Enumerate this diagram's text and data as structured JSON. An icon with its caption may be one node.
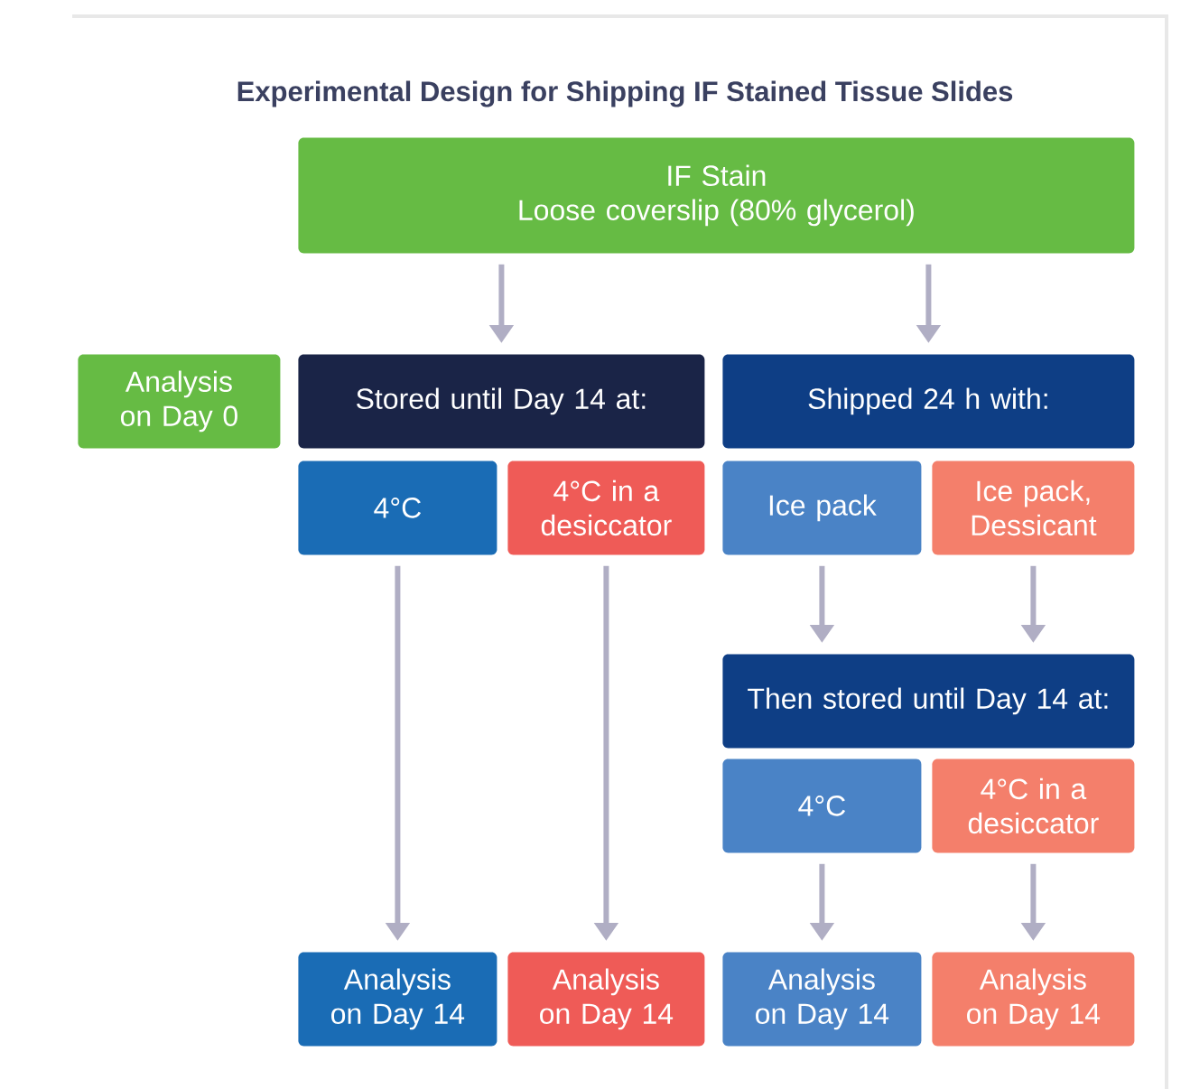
{
  "diagram": {
    "title": "Experimental Design for Shipping IF Stained Tissue Slides",
    "nodes": [
      {
        "text": [
          "IF Stain",
          "Loose coverslip (80% glycerol)"
        ]
      },
      {
        "text": [
          "Analysis on Day 0"
        ]
      },
      {
        "text": [
          "Stored until Day 14 at:"
        ]
      },
      {
        "text": [
          "Shipped 24 h with:"
        ]
      },
      {
        "text": [
          "4°C"
        ]
      },
      {
        "text": [
          "4°C in a desiccator"
        ]
      },
      {
        "text": [
          "Ice pack"
        ]
      },
      {
        "text": [
          "Ice pack, Dessicant"
        ]
      },
      {
        "text": [
          "Then stored until Day 14 at:"
        ]
      },
      {
        "text": [
          "4°C"
        ]
      },
      {
        "text": [
          "4°C in a desiccator"
        ]
      },
      {
        "text": [
          "Analysis on Day 14"
        ]
      },
      {
        "text": [
          "Analysis on Day 14"
        ]
      },
      {
        "text": [
          "Analysis on Day 14"
        ]
      },
      {
        "text": [
          "Analysis on Day 14"
        ]
      }
    ],
    "edges": [
      {
        "from": 0,
        "to": 2,
        "arrow": "to"
      },
      {
        "from": 0,
        "to": 3,
        "arrow": "to"
      },
      {
        "from": 4,
        "to": 11,
        "arrow": "to"
      },
      {
        "from": 5,
        "to": 12,
        "arrow": "to"
      },
      {
        "from": 6,
        "to": 8,
        "arrow": "to"
      },
      {
        "from": 7,
        "to": 8,
        "arrow": "to"
      },
      {
        "from": 9,
        "to": 13,
        "arrow": "to"
      },
      {
        "from": 10,
        "to": 14,
        "arrow": "to"
      }
    ]
  }
}
